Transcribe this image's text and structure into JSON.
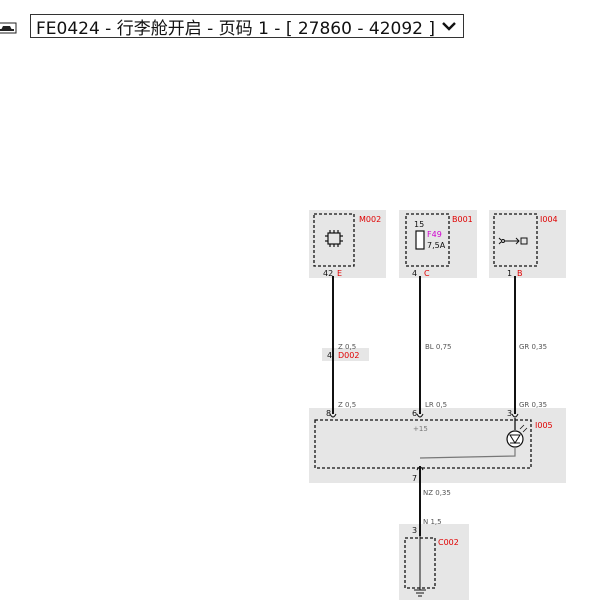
{
  "toolbar": {
    "selector_value": "FE0424 - 行李舱开启 - 页码 1 - [ 27860 - 42092 ]",
    "tool_icon": "car-icon",
    "dropdown_icon": "chevron-down-icon"
  },
  "diagram": {
    "components": {
      "m002": {
        "id": "M002",
        "pin": "42",
        "pin_letter": "E"
      },
      "b001": {
        "id": "B001",
        "fuse_num": "15",
        "fuse_id": "F49",
        "fuse_rating": "7,5A",
        "pin": "4",
        "pin_letter": "C"
      },
      "i004": {
        "id": "I004",
        "pin": "1",
        "pin_letter": "B"
      },
      "d002": {
        "id": "D002",
        "pin": "4"
      },
      "i005": {
        "id": "I005",
        "pin_left": "8",
        "pin_mid": "6",
        "pin_right": "3",
        "pin_bottom": "7",
        "label_plus": "+15"
      },
      "c002": {
        "id": "C002",
        "pin": "3"
      }
    },
    "wires": {
      "w1_upper": "Z 0,5",
      "w1_lower": "Z 0,5",
      "w2_upper": "BL 0,75",
      "w2_lower": "LR 0,5",
      "w3_upper": "GR 0,35",
      "w3_lower": "GR 0,35",
      "w4_upper": "NZ 0,35",
      "w4_lower": "N 1,5"
    },
    "colors": {
      "component_id": "#e00000",
      "fuse_label": "#d000d0",
      "panel_bg": "#e6e6e6",
      "wire": "#111111"
    }
  }
}
